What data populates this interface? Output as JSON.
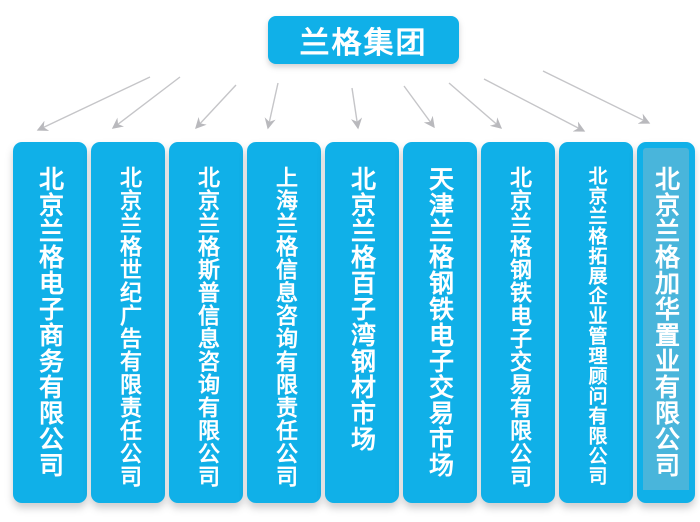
{
  "title": "兰格集团",
  "org": {
    "root": "兰格集团",
    "companies": [
      "北京兰格电子商务有限公司",
      "北京兰格世纪广告有限责任公司",
      "北京兰格斯普信息咨询有限公司",
      "上海兰格信息咨询有限责任公司",
      "北京兰格百子湾钢材市场",
      "天津兰格钢铁电子交易市场",
      "北京兰格钢铁电子交易有限公司",
      "北京兰格拓展企业管理顾问有限公司",
      "北京兰格加华置业有限公司"
    ]
  },
  "colors": {
    "primary": "#10b0e8",
    "highlight_fill": "#49b5db",
    "connector": "#c5c5c8",
    "background": "#ffffff",
    "text": "#ffffff"
  }
}
